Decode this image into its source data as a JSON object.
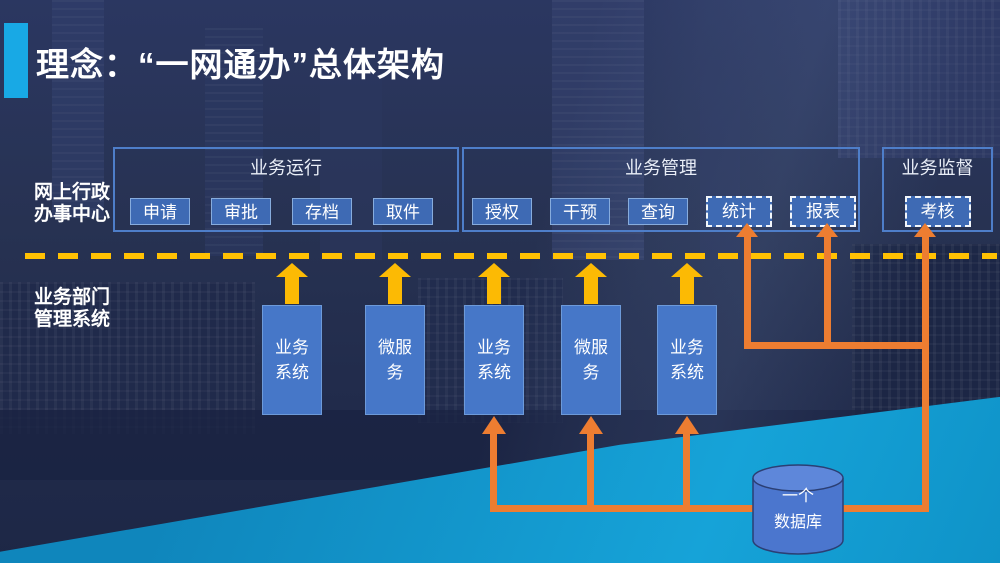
{
  "slide": {
    "title": "理念：“一网通办”总体架构"
  },
  "lanes": {
    "online_center": {
      "line1": "网上行政",
      "line2": "办事中心"
    },
    "dept_systems": {
      "line1": "业务部门",
      "line2": "管理系统"
    }
  },
  "groups": [
    {
      "name": "业务运行",
      "buttons": [
        {
          "label": "申请"
        },
        {
          "label": "审批"
        },
        {
          "label": "存档"
        },
        {
          "label": "取件"
        }
      ]
    },
    {
      "name": "业务管理",
      "buttons": [
        {
          "label": "授权"
        },
        {
          "label": "干预"
        },
        {
          "label": "查询"
        },
        {
          "label": "统计",
          "dashed": true
        },
        {
          "label": "报表",
          "dashed": true
        }
      ]
    },
    {
      "name": "业务监督",
      "buttons": [
        {
          "label": "考核",
          "dashed": true
        }
      ]
    }
  ],
  "systems": [
    {
      "line1": "业务",
      "line2": "系统"
    },
    {
      "line1": "微服",
      "line2": "务"
    },
    {
      "line1": "业务",
      "line2": "系统"
    },
    {
      "line1": "微服",
      "line2": "务"
    },
    {
      "line1": "业务",
      "line2": "系统"
    }
  ],
  "database": {
    "line1": "一个",
    "line2": "数据库"
  },
  "colors": {
    "accent_cyan": "#18A9E5",
    "node_blue": "#4677C8",
    "button_blue": "#3E6AB4",
    "group_border_blue": "#4E7EC9",
    "dash_yellow": "#FFC103",
    "arrow_yellow": "#FCBA04",
    "connector_orange": "#ED7D31",
    "teal_bottom": "#1194CB",
    "background_navy": "#263150"
  }
}
